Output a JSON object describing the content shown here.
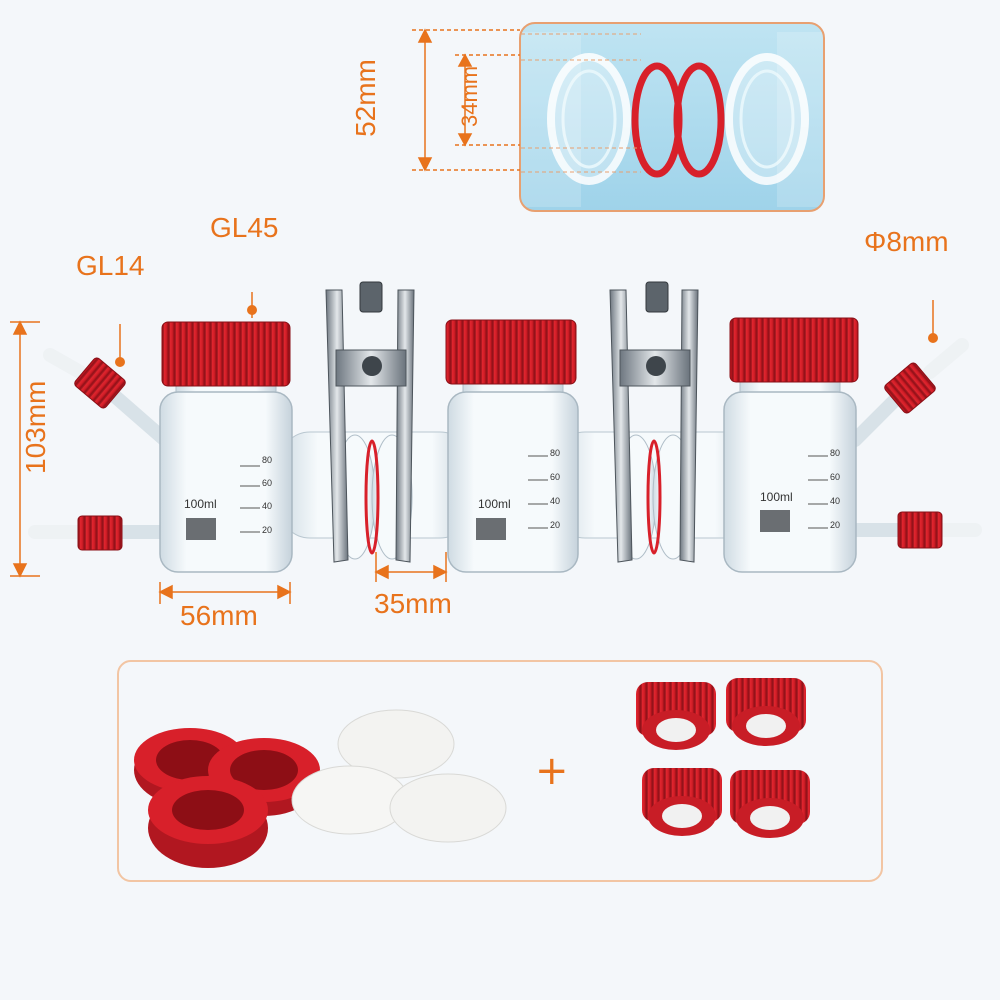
{
  "dimensions": {
    "gl45": "GL45",
    "gl14": "GL14",
    "phi8": "Φ8mm",
    "h103": "103mm",
    "w56": "56mm",
    "w35": "35mm",
    "d52": "52mm",
    "d34": "34mm"
  },
  "bottles": {
    "volume_label": "100ml",
    "scale": [
      "80",
      "60",
      "40",
      "20"
    ]
  },
  "accessories": {
    "plus": "+"
  },
  "colors": {
    "accent": "#e8731c",
    "cap_red": "#d8202a",
    "glass": "#e6eef3"
  }
}
